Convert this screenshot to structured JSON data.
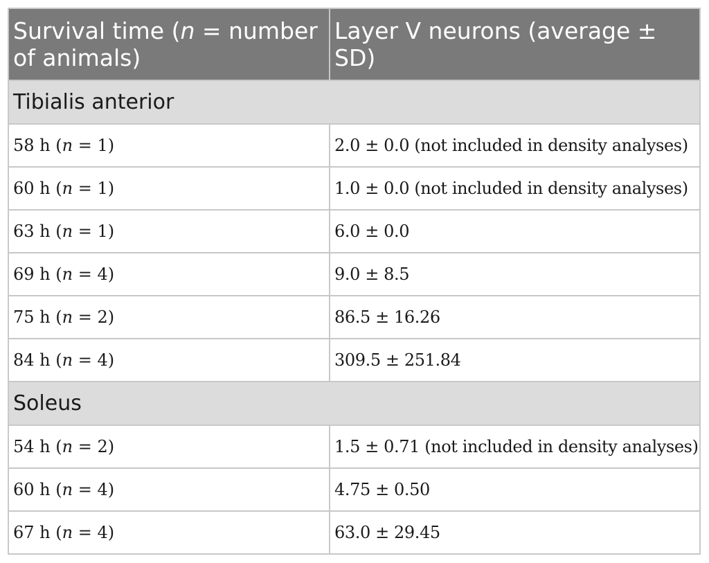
{
  "header": {
    "col1_pre": "Survival time (",
    "col1_n": "n",
    "col1_post": " = number of animals)",
    "col2": "Layer V neurons (average ± SD)"
  },
  "sections": [
    {
      "title": "Tibialis anterior",
      "rows": [
        {
          "time": "58 h",
          "n": "1",
          "value": "2.0 ± 0.0 (not included in density analyses)"
        },
        {
          "time": "60 h",
          "n": "1",
          "value": "1.0 ± 0.0 (not included in density analyses)"
        },
        {
          "time": "63 h",
          "n": "1",
          "value": "6.0 ± 0.0"
        },
        {
          "time": "69 h",
          "n": "4",
          "value": "9.0 ± 8.5"
        },
        {
          "time": "75 h",
          "n": "2",
          "value": "86.5 ± 16.26"
        },
        {
          "time": "84 h",
          "n": "4",
          "value": "309.5 ± 251.84"
        }
      ]
    },
    {
      "title": "Soleus",
      "rows": [
        {
          "time": "54 h",
          "n": "2",
          "value": "1.5 ± 0.71 (not included in density analyses)"
        },
        {
          "time": "60 h",
          "n": "4",
          "value": "4.75 ± 0.50"
        },
        {
          "time": "67 h",
          "n": "4",
          "value": "63.0 ± 29.45"
        }
      ]
    }
  ],
  "labels": {
    "n_symbol": "n",
    "open_paren": " (",
    "equals": " = ",
    "close_paren": ")"
  }
}
